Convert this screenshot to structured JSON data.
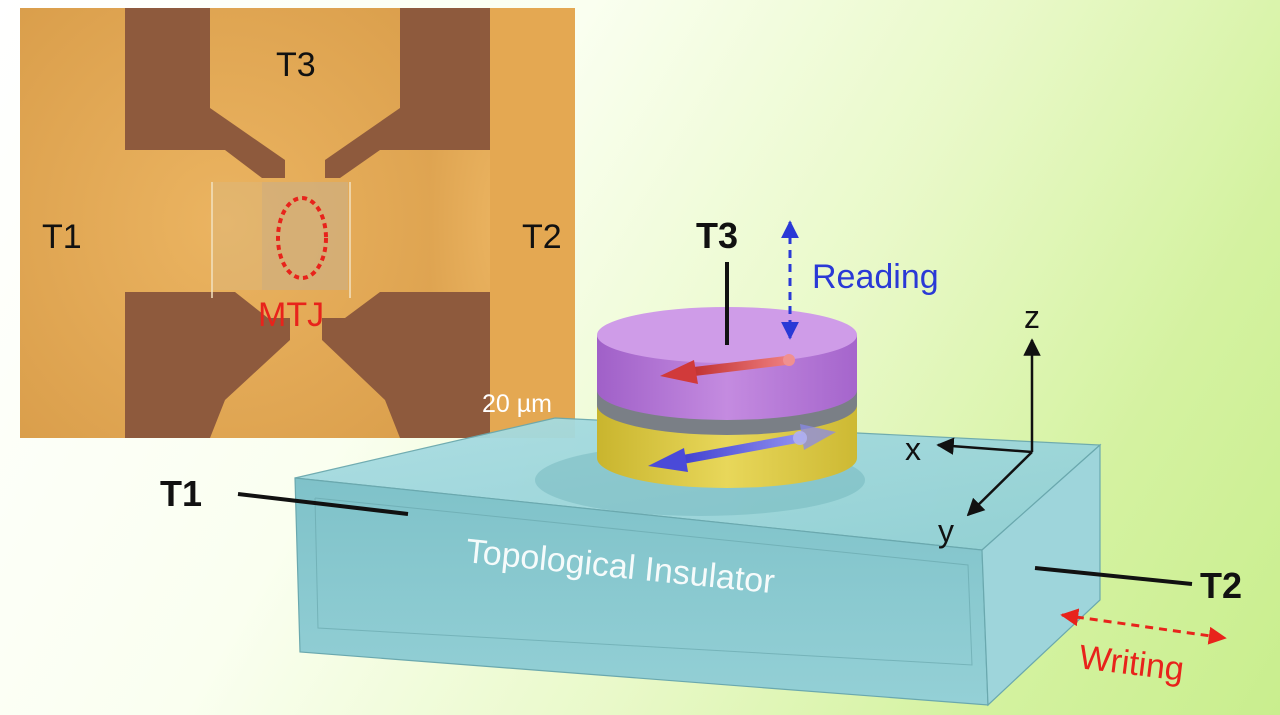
{
  "micrograph": {
    "labels": {
      "t1": "T1",
      "t2": "T2",
      "t3": "T3",
      "mtj": "MTJ",
      "scale_bar": "20 µm"
    },
    "colors": {
      "gold": "#e7aa55",
      "electrode": "#8e5a3d",
      "highlight": "#e8231b"
    }
  },
  "device": {
    "terminals": {
      "t1": "T1",
      "t2": "T2",
      "t3": "T3"
    },
    "reading_label": "Reading",
    "writing_label": "Writing",
    "substrate_label": "Topological Insulator",
    "axes": {
      "x": "x",
      "y": "y",
      "z": "z"
    },
    "colors": {
      "substrate": "#8ed0d6",
      "free_layer": "#b47ad6",
      "barrier": "#7a7f86",
      "fixed_layer": "#e0cf4a",
      "reading_arrow": "#2a39d6",
      "writing_arrow": "#e8231b",
      "free_spin": "#e05050",
      "fixed_spin": "#5a5ae0"
    }
  }
}
